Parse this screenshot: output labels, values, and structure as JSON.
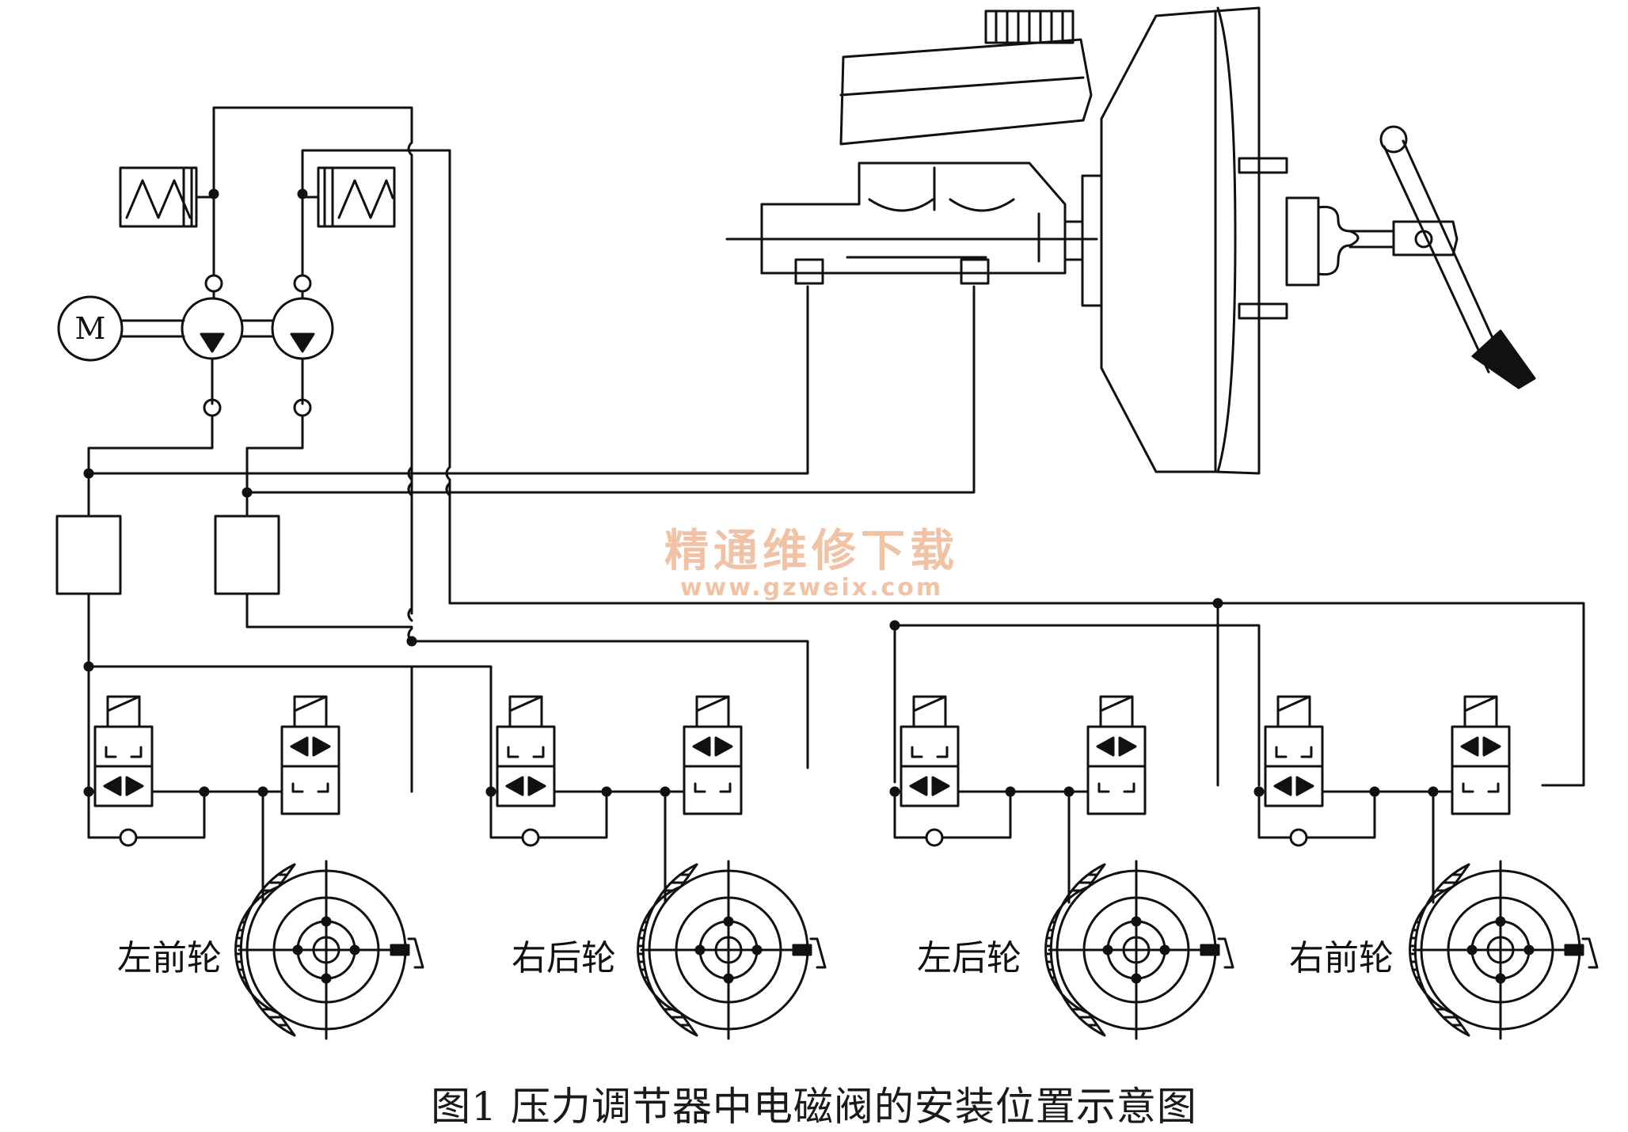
{
  "diagram": {
    "motor_label": "M",
    "wheels": [
      {
        "id": "lf",
        "label": "左前轮"
      },
      {
        "id": "rr",
        "label": "右后轮"
      },
      {
        "id": "lr",
        "label": "左后轮"
      },
      {
        "id": "rf",
        "label": "右前轮"
      }
    ]
  },
  "watermark": {
    "text": "精通维修下载",
    "url": "www.gzweix.com"
  },
  "caption": "图1 压力调节器中电磁阀的安装位置示意图",
  "colors": {
    "line": "#111111",
    "watermark": "#f1c2a4"
  }
}
